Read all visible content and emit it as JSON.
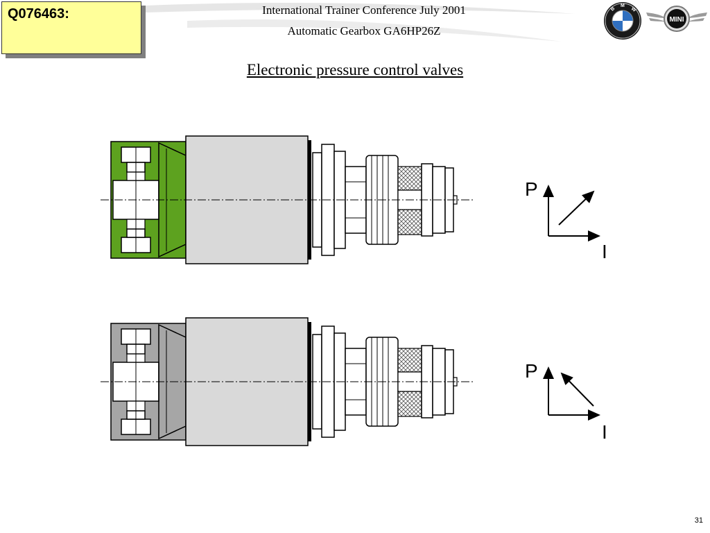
{
  "question_box": {
    "label": "Q076463:",
    "color": "#ffff99"
  },
  "header": {
    "line1": "International Trainer Conference July 2001",
    "line2": "Automatic Gearbox GA6HP26Z"
  },
  "title": "Electronic pressure control valves",
  "logos": [
    {
      "name": "bmw-logo",
      "text": "B M W"
    },
    {
      "name": "mini-logo",
      "text": "MINI"
    }
  ],
  "valves": [
    {
      "name": "valve-rising",
      "housing_color": "#5da21f",
      "characteristic": "rising",
      "p_label": "P",
      "i_label": "I"
    },
    {
      "name": "valve-falling",
      "housing_color": "#a6a6a6",
      "characteristic": "falling",
      "p_label": "P",
      "i_label": "I"
    }
  ],
  "page_number": "31"
}
